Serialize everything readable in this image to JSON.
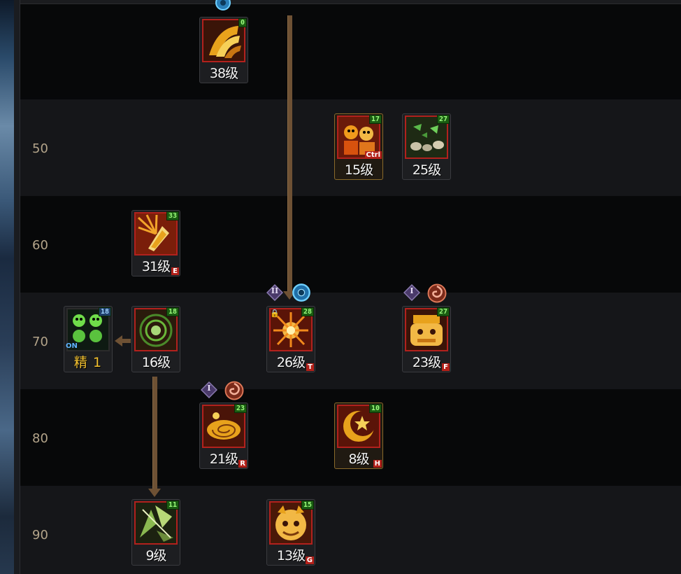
{
  "levels": [
    "50",
    "60",
    "70",
    "80",
    "90"
  ],
  "skills": {
    "s38": {
      "label": "38级",
      "badge": "0",
      "key": ""
    },
    "s15": {
      "label": "15级",
      "badge": "17",
      "key": "Ctrl"
    },
    "s25": {
      "label": "25级",
      "badge": "27",
      "key": ""
    },
    "s31": {
      "label": "31级",
      "badge": "33",
      "key": "E"
    },
    "s_passive": {
      "label": "精  1",
      "badge": "18",
      "on": "ON"
    },
    "s16": {
      "label": "16级",
      "badge": "18",
      "key": ""
    },
    "s26": {
      "label": "26级",
      "badge": "28",
      "key": "T"
    },
    "s23": {
      "label": "23级",
      "badge": "27",
      "key": "F"
    },
    "s21": {
      "label": "21级",
      "badge": "23",
      "key": "R"
    },
    "s8": {
      "label": "8级",
      "badge": "10",
      "key": "H"
    },
    "s9": {
      "label": "9级",
      "badge": "11",
      "key": ""
    },
    "s13": {
      "label": "13级",
      "badge": "15",
      "key": "G"
    }
  },
  "markers": {
    "m26_roman": "II",
    "m23_roman": "I",
    "m21_roman": "I"
  },
  "colors": {
    "accent_gold": "#f5c230",
    "badge_green": "#9dfc7d",
    "key_red": "#b32019",
    "connector": "#6e5134",
    "level_text": "#b3a48a"
  },
  "icons": {
    "s38": "golden-claw-swirl-icon",
    "s15": "twin-spirits-icon",
    "s25": "scattered-stones-icon",
    "s31": "golden-wing-burst-icon",
    "s_passive": "green-masks-icon",
    "s16": "green-orb-aura-icon",
    "s26": "flame-burst-icon",
    "s23": "golden-beast-face-icon",
    "s21": "spiral-shell-icon",
    "s8": "crescent-star-icon",
    "s9": "green-shards-icon",
    "s13": "golden-beast-head-icon"
  }
}
